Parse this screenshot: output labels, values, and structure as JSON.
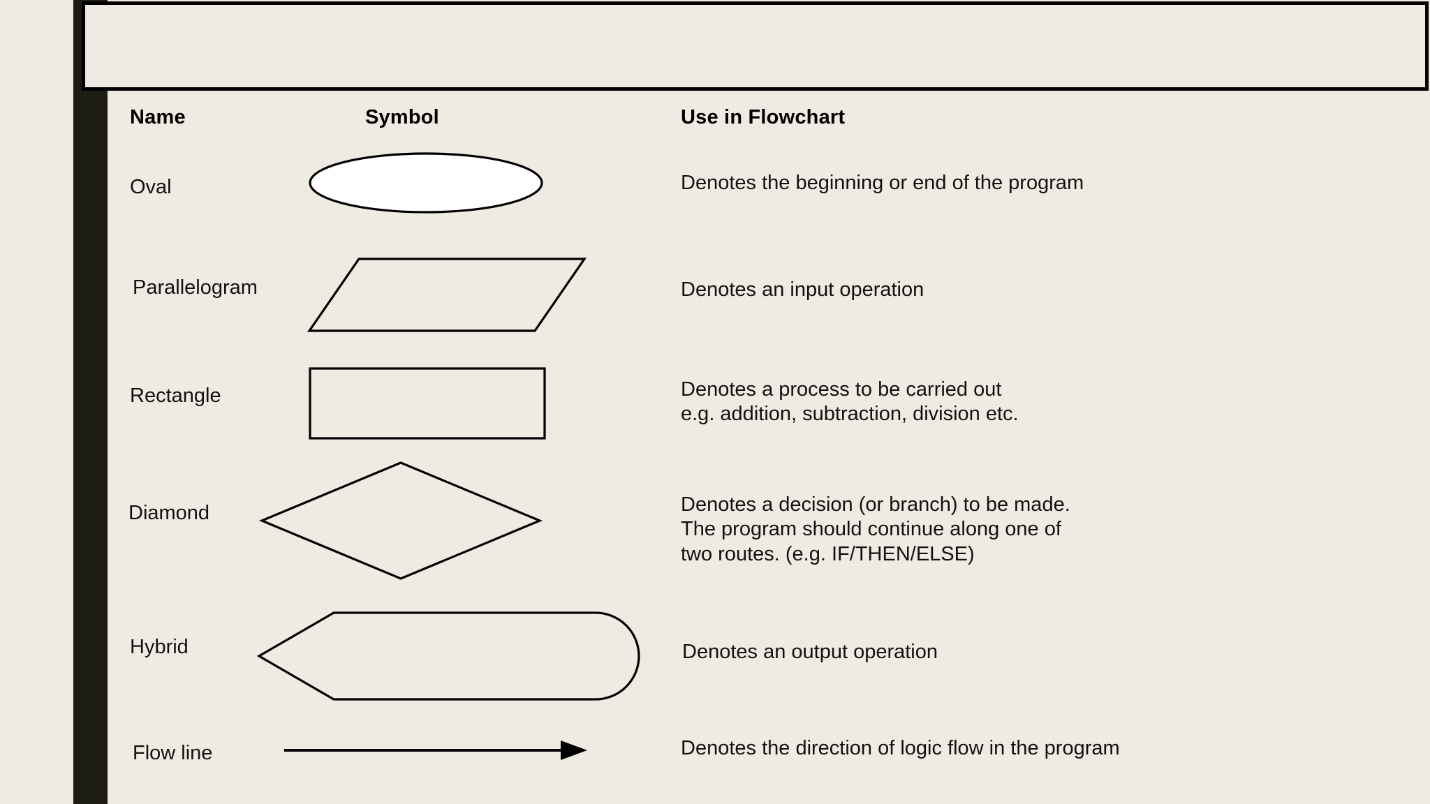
{
  "slide": {
    "background_color": "#efebe3",
    "accent_band_color": "#1d1d13",
    "border_color": "#000000",
    "title": ""
  },
  "table": {
    "columns": [
      "Name",
      "Symbol",
      "Use in Flowchart"
    ],
    "rows": [
      {
        "name": "Oval",
        "symbol": "oval-shape",
        "use": "Denotes the beginning or end of the program"
      },
      {
        "name": "Parallelogram",
        "symbol": "parallelogram-shape",
        "use": "Denotes an input operation"
      },
      {
        "name": "Rectangle",
        "symbol": "rectangle-shape",
        "use": "Denotes a process to be carried out\ne.g. addition, subtraction, division etc."
      },
      {
        "name": "Diamond",
        "symbol": "diamond-shape",
        "use": "Denotes a decision (or branch) to be made.\nThe program should continue along one of\ntwo routes. (e.g. IF/THEN/ELSE)"
      },
      {
        "name": "Hybrid",
        "symbol": "hybrid-shape",
        "use": "Denotes an output operation"
      },
      {
        "name": "Flow line",
        "symbol": "flow-line-arrow",
        "use": "Denotes the direction of logic flow in the program"
      }
    ]
  }
}
